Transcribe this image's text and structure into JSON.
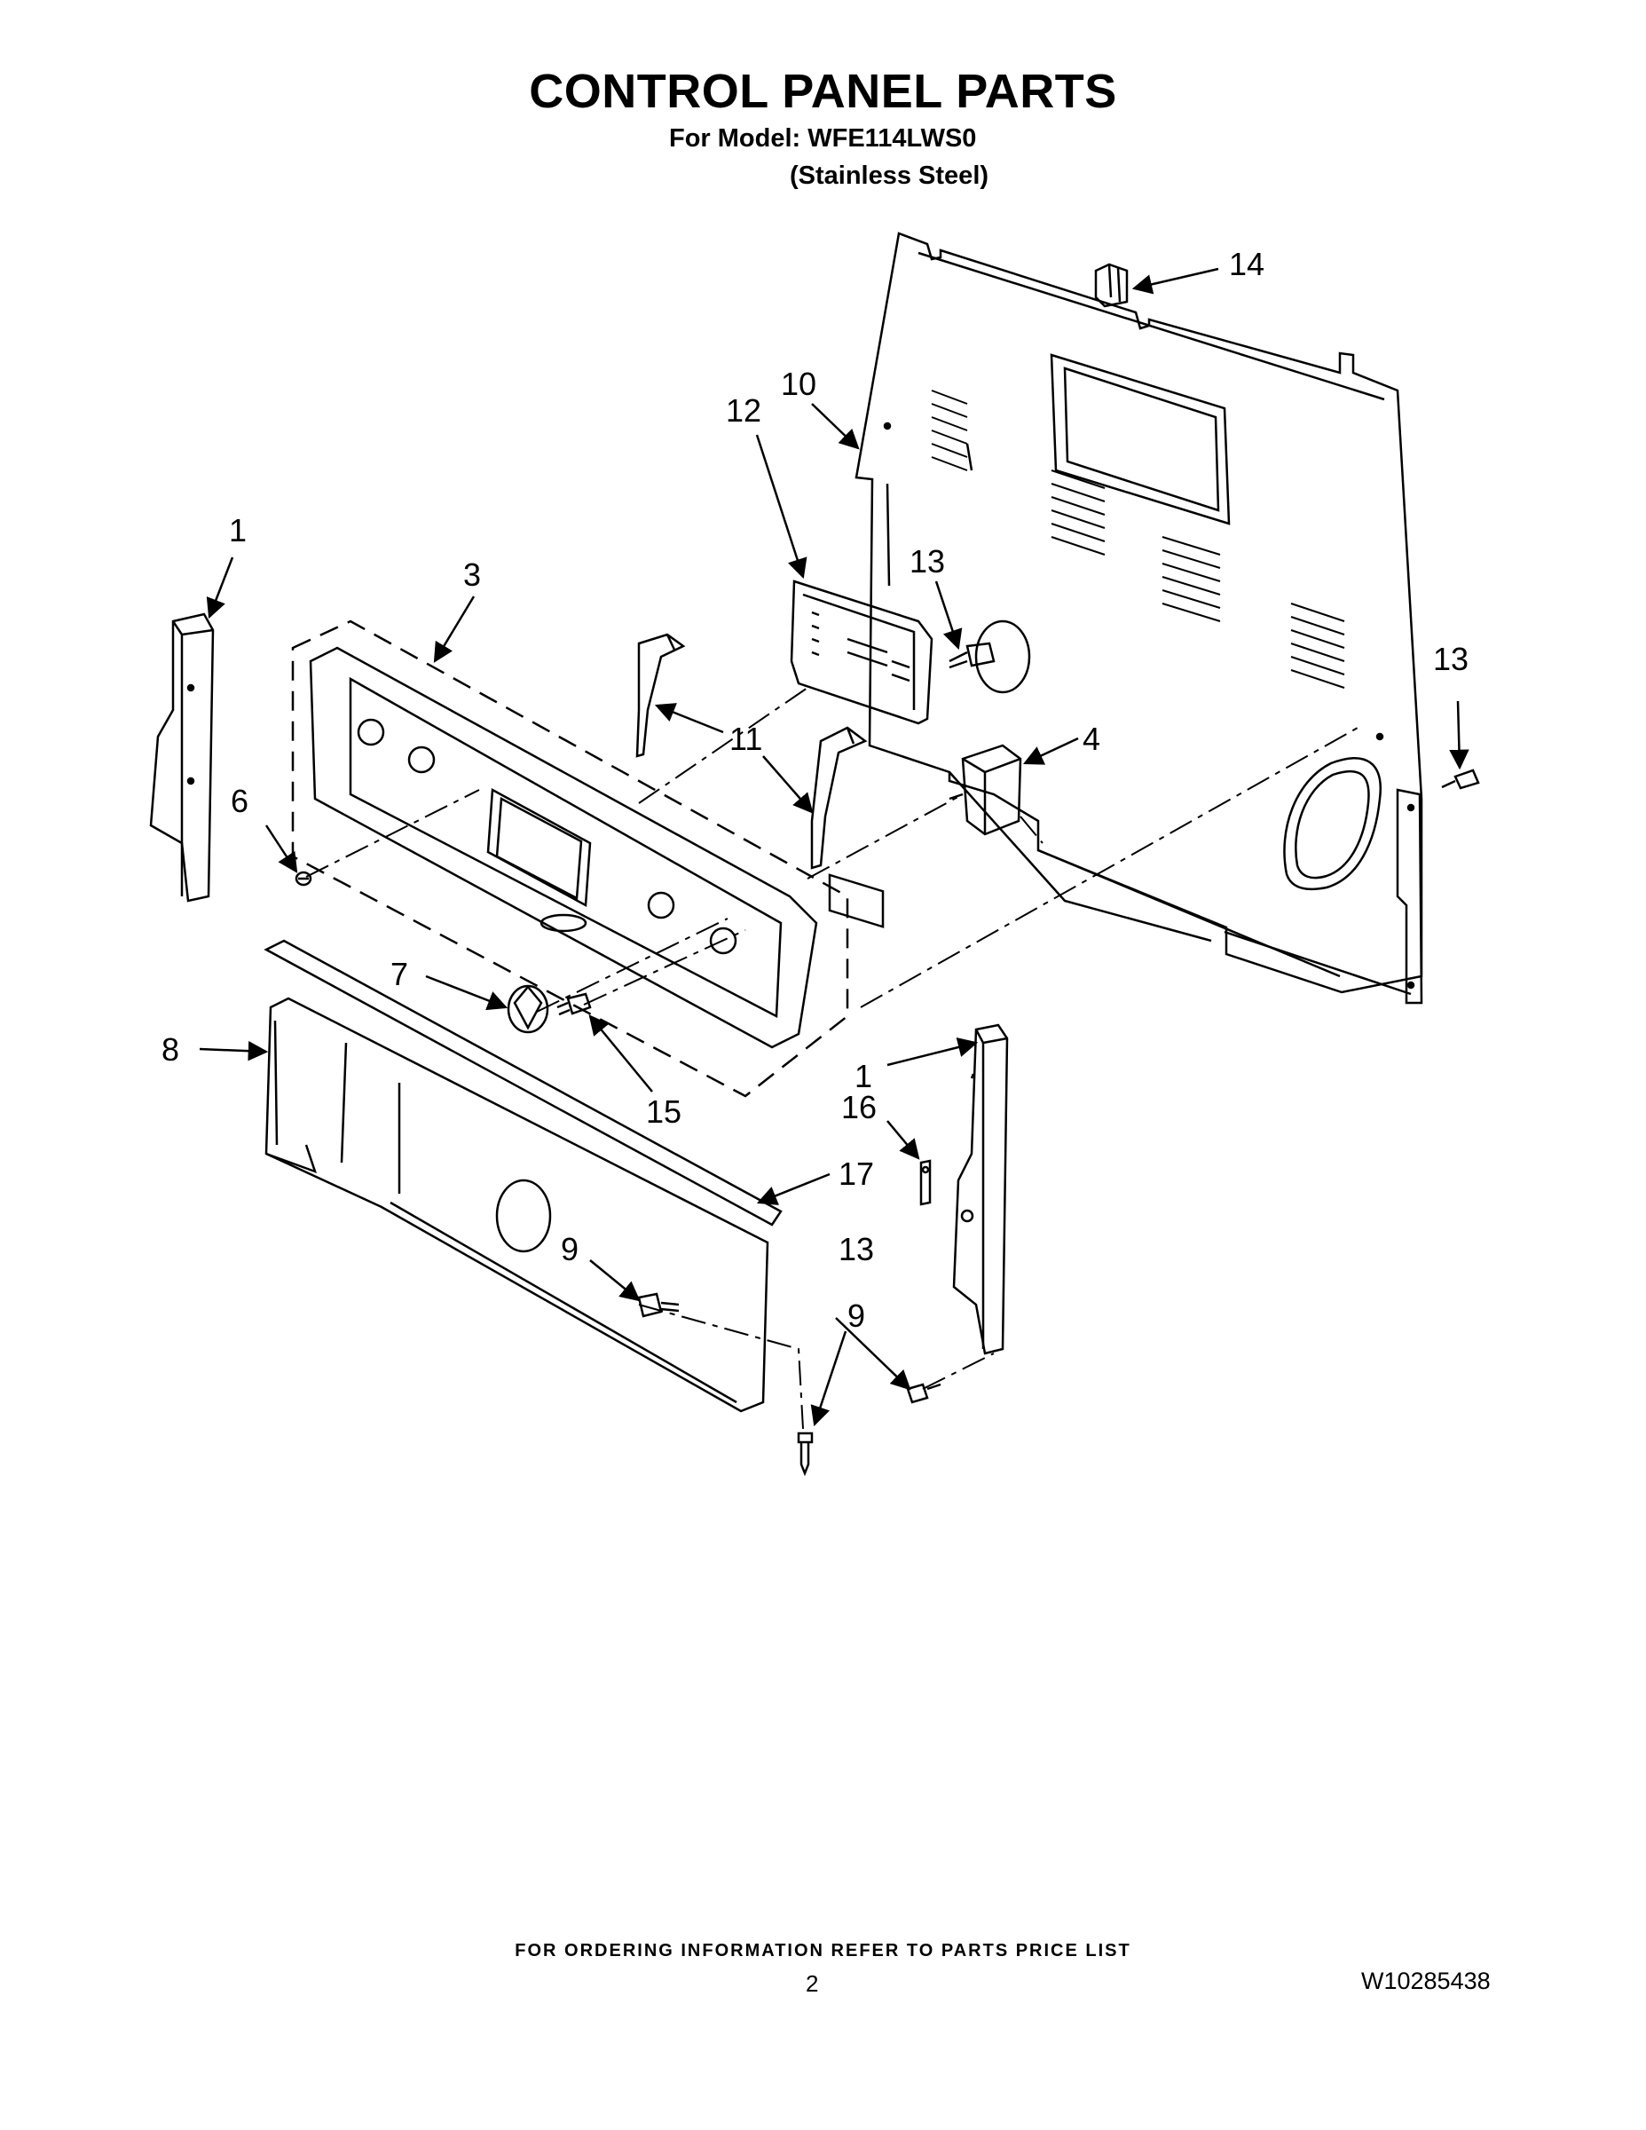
{
  "header": {
    "title": "CONTROL PANEL PARTS",
    "model_line": "For Model: WFE114LWS0",
    "variant": "(Stainless Steel)"
  },
  "callouts": [
    {
      "id": "c1a",
      "label": "1"
    },
    {
      "id": "c1b",
      "label": "1"
    },
    {
      "id": "c3",
      "label": "3"
    },
    {
      "id": "c4",
      "label": "4"
    },
    {
      "id": "c6",
      "label": "6"
    },
    {
      "id": "c7",
      "label": "7"
    },
    {
      "id": "c8",
      "label": "8"
    },
    {
      "id": "c9a",
      "label": "9"
    },
    {
      "id": "c9b",
      "label": "9"
    },
    {
      "id": "c10",
      "label": "10"
    },
    {
      "id": "c11",
      "label": "11"
    },
    {
      "id": "c12",
      "label": "12"
    },
    {
      "id": "c13a",
      "label": "13"
    },
    {
      "id": "c13b",
      "label": "13"
    },
    {
      "id": "c13c",
      "label": "13"
    },
    {
      "id": "c14",
      "label": "14"
    },
    {
      "id": "c15",
      "label": "15"
    },
    {
      "id": "c16",
      "label": "16"
    },
    {
      "id": "c17",
      "label": "17"
    }
  ],
  "footer": {
    "note": "FOR ORDERING INFORMATION REFER TO PARTS PRICE LIST",
    "page_number": "2",
    "doc_number": "W10285438"
  }
}
